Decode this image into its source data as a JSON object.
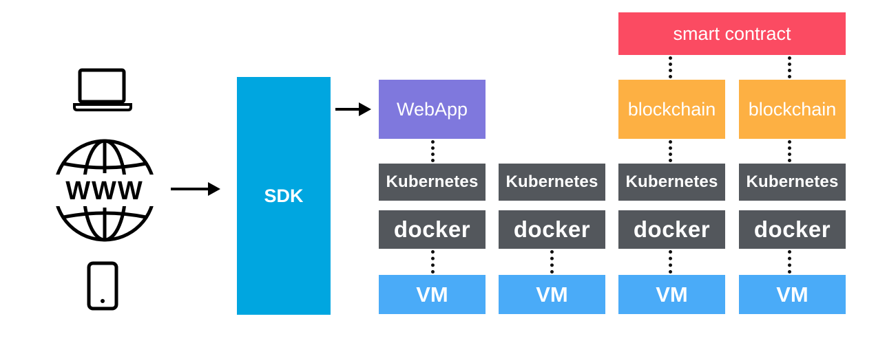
{
  "clients": {
    "laptop_icon": "laptop-icon",
    "globe_icon": "www-globe-icon",
    "globe_text": "WWW",
    "phone_icon": "smartphone-icon"
  },
  "sdk": {
    "label": "SDK"
  },
  "smart_contract": {
    "label": "smart contract"
  },
  "columns": [
    {
      "app": "WebApp",
      "k8s": "Kubernetes",
      "docker": "docker",
      "vm": "VM"
    },
    {
      "app": "",
      "k8s": "Kubernetes",
      "docker": "docker",
      "vm": "VM"
    },
    {
      "app": "blockchain",
      "k8s": "Kubernetes",
      "docker": "docker",
      "vm": "VM"
    },
    {
      "app": "blockchain",
      "k8s": "Kubernetes",
      "docker": "docker",
      "vm": "VM"
    }
  ],
  "colors": {
    "sdk": "#00a6e0",
    "webapp": "#7f78dd",
    "blockchain": "#fdb043",
    "smart_contract": "#fb4b62",
    "container_layer": "#53575c",
    "vm": "#4aabf8"
  }
}
